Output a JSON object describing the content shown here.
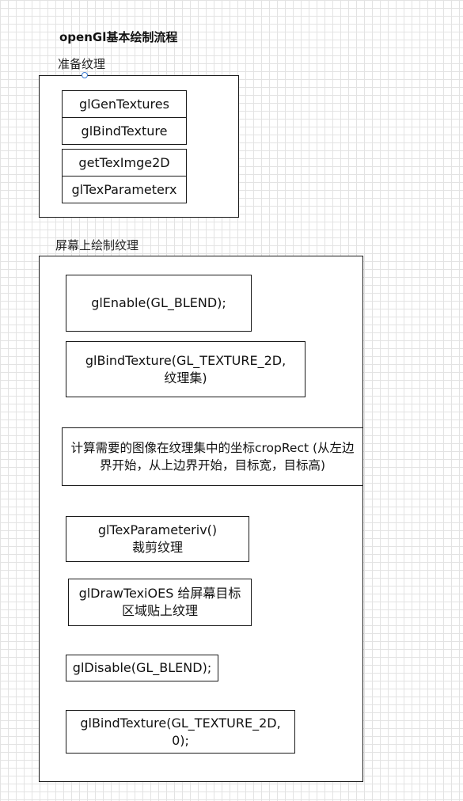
{
  "title": "openGl基本绘制流程",
  "prepare_group": {
    "label": "准备纹理",
    "steps": [
      "glGenTextures",
      "glBindTexture",
      "getTexImge2D",
      "glTexParameterx"
    ]
  },
  "draw_group": {
    "label": "屏幕上绘制纹理",
    "steps": [
      "glEnable(GL_BLEND);",
      "glBindTexture(GL_TEXTURE_2D, 纹理集)",
      "计算需要的图像在纹理集中的坐标cropRect (从左边界开始，从上边界开始，目标宽，目标高)",
      "glTexParameteriv()\n裁剪纹理",
      "glDrawTexiOES 给屏幕目标区域贴上纹理",
      "glDisable(GL_BLEND);",
      "glBindTexture(GL_TEXTURE_2D, 0);"
    ]
  },
  "colors": {
    "border": "#1a1a1a",
    "grid": "#e3e3e3",
    "selection_handle": "#3b7bd4"
  }
}
